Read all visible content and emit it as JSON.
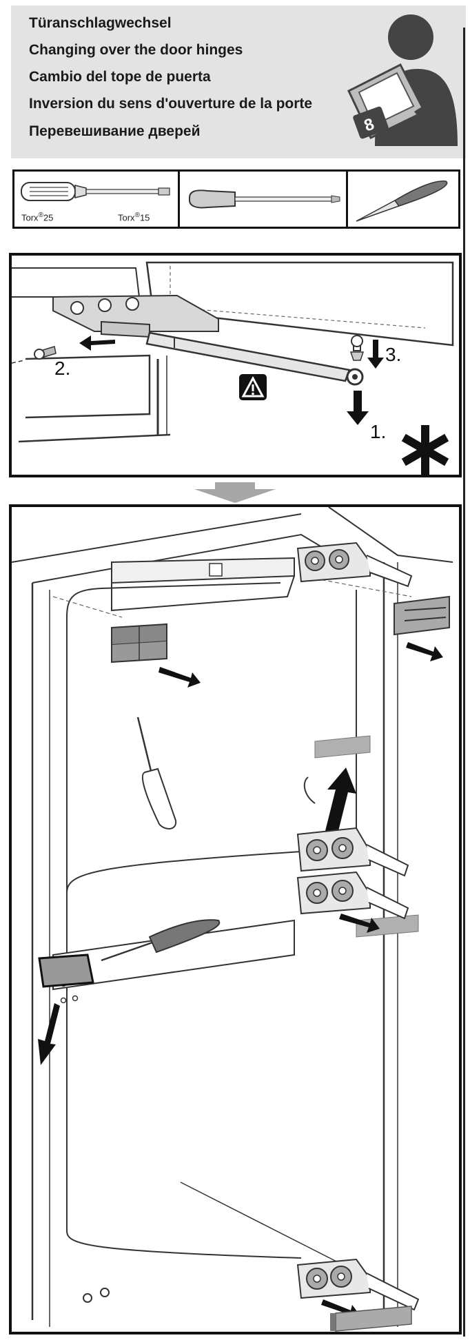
{
  "header": {
    "titles": [
      "Türanschlagwechsel",
      "Changing over the door hinges",
      "Cambio del tope de puerta",
      "Inversion du sens d'ouverture de la porte",
      "Перевешивание дверей"
    ],
    "badge_number": "8",
    "icon": "person-reading-manual-icon"
  },
  "tools": {
    "torx_large": "Torx",
    "torx_large_size": "25",
    "torx_small": "Torx",
    "torx_small_size": "15",
    "reg": "®",
    "icons": [
      "torx-screwdriver-icon",
      "flat-screwdriver-icon",
      "knife-icon"
    ]
  },
  "step1": {
    "labels": [
      "1.",
      "2.",
      "3."
    ],
    "warning_icon": "warning-triangle-icon",
    "asterisk": "*"
  },
  "colors": {
    "header_bg": "#e3e3e3",
    "arrow_gray": "#a6a6a6",
    "dark": "#111111"
  }
}
